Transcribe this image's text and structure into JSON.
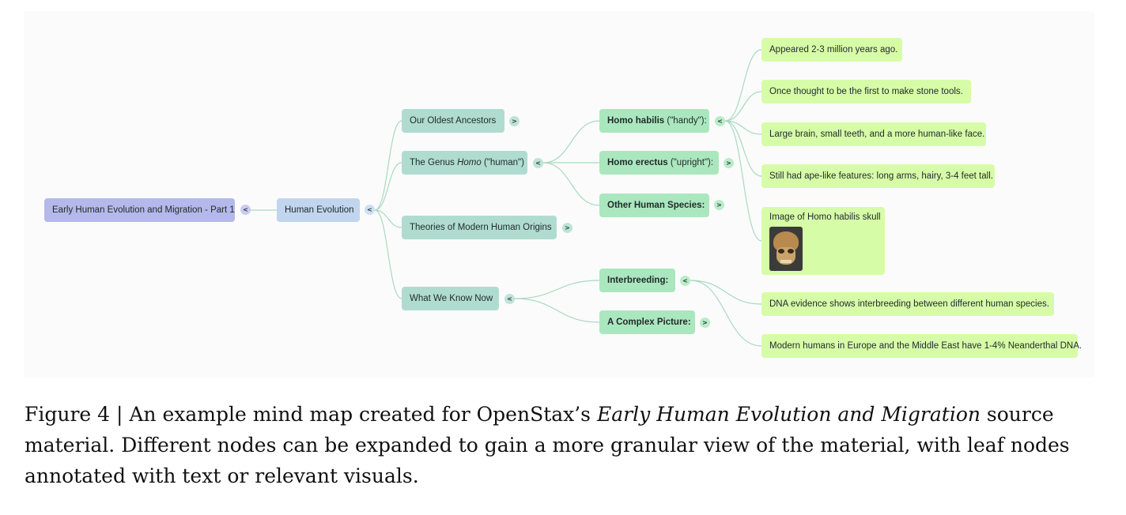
{
  "mindmap": {
    "root": {
      "label": "Early Human Evolution and Migration - Part 1",
      "toggle": "<"
    },
    "level1": {
      "label": "Human Evolution",
      "toggle": "<"
    },
    "branches": {
      "oldest": {
        "label": "Our Oldest Ancestors",
        "toggle": ">"
      },
      "genus": {
        "label_prefix": "The Genus ",
        "label_italic": "Homo",
        "label_suffix": " (\"human\")",
        "toggle": "<"
      },
      "theories": {
        "label": "Theories of Modern Human Origins",
        "toggle": ">"
      },
      "know": {
        "label": "What We Know Now",
        "toggle": "<"
      }
    },
    "subtopics": {
      "habilis": {
        "label_bold": "Homo habilis",
        "label_rest": " (\"handy\"):",
        "toggle": "<"
      },
      "erectus": {
        "label_bold": "Homo erectus",
        "label_rest": " (\"upright\"):",
        "toggle": ">"
      },
      "other": {
        "label_bold": "Other Human Species:",
        "toggle": ">"
      },
      "interbreeding": {
        "label_bold": "Interbreeding:",
        "toggle": "<"
      },
      "complex": {
        "label_bold": "A Complex Picture:",
        "toggle": ">"
      }
    },
    "leaves": {
      "habilis_1": "Appeared 2-3 million years ago.",
      "habilis_2": "Once thought to be the first to make stone tools.",
      "habilis_3": "Large brain, small teeth, and a more human-like face.",
      "habilis_4": "Still had ape-like features: long arms, hairy, 3-4 feet tall.",
      "habilis_5": "Image of Homo habilis skull",
      "inter_1": "DNA evidence shows interbreeding between different human species.",
      "inter_2": "Modern humans in Europe and the Middle East have 1-4% Neanderthal DNA."
    },
    "colors": {
      "root": "#b5b8ea",
      "level1": "#c1d5ef",
      "level2": "#b0dcd0",
      "level3": "#abe7be",
      "leaf": "#d7fca8",
      "edges": "#a9d9c3"
    }
  },
  "caption": {
    "prefix": "Figure 4 | An example mind map created for OpenStax’s ",
    "italic": "Early Human Evolution and Migration",
    "suffix": " source material. Different nodes can be expanded to gain a more granular view of the material, with leaf nodes annotated with text or relevant visuals."
  }
}
